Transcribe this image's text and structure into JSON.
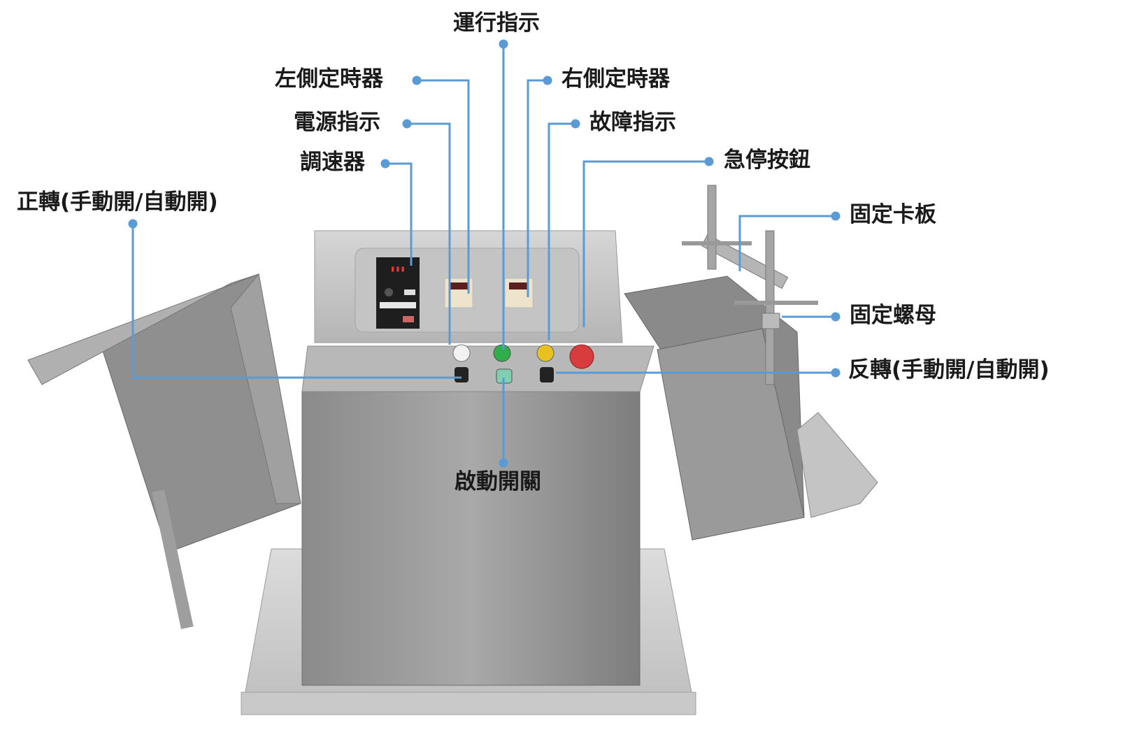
{
  "colors": {
    "callout": "#5b9bd5",
    "label": "#1a1a1a"
  },
  "labels": {
    "run_indicator": "運行指示",
    "left_timer": "左側定時器",
    "right_timer": "右側定時器",
    "power_indicator": "電源指示",
    "fault_indicator": "故障指示",
    "speed_controller": "調速器",
    "emergency_stop": "急停按鈕",
    "forward": "正轉(手動開/自動開)",
    "clamp_plate": "固定卡板",
    "clamp_nut": "固定螺母",
    "reverse": "反轉(手動開/自動開)",
    "start_switch": "啟動開關"
  }
}
